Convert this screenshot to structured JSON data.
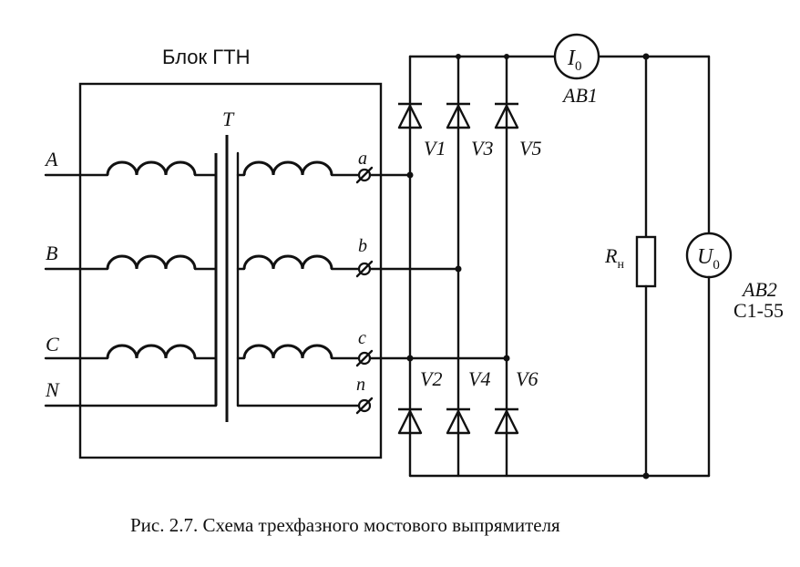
{
  "block_title": "Блок ГТН",
  "transformer_label": "T",
  "inputs": [
    "A",
    "B",
    "C",
    "N"
  ],
  "terminals": [
    "a",
    "b",
    "c",
    "n"
  ],
  "diodes_top": [
    "V1",
    "V3",
    "V5"
  ],
  "diodes_bottom": [
    "V2",
    "V4",
    "V6"
  ],
  "ammeter": {
    "symbol": "I",
    "subscript": "0",
    "name": "AB1"
  },
  "voltmeter": {
    "symbol": "U",
    "subscript": "0",
    "name": "AB2",
    "model": "C1-55"
  },
  "load_resistor": {
    "symbol": "R",
    "subscript": "н"
  },
  "caption": "Рис. 2.7. Схема трехфазного мостового выпрямителя"
}
